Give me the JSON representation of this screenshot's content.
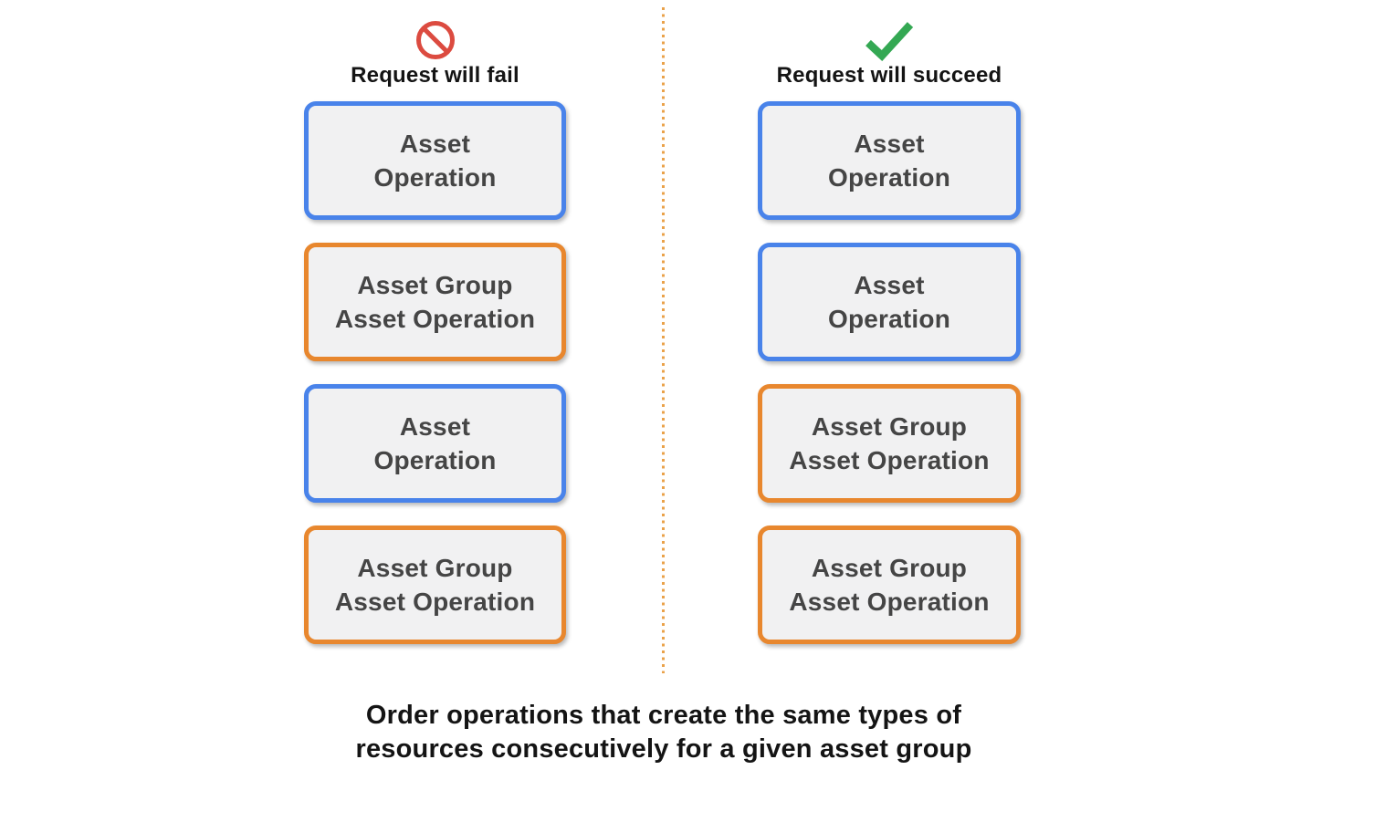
{
  "columns": [
    {
      "title": "Request will fail",
      "icon": "prohibition",
      "boxes": [
        {
          "type": "blue",
          "line1": "Asset",
          "line2": "Operation"
        },
        {
          "type": "orange",
          "line1": "Asset Group",
          "line2": "Asset Operation"
        },
        {
          "type": "blue",
          "line1": "Asset",
          "line2": "Operation"
        },
        {
          "type": "orange",
          "line1": "Asset Group",
          "line2": "Asset Operation"
        }
      ]
    },
    {
      "title": "Request will succeed",
      "icon": "checkmark",
      "boxes": [
        {
          "type": "blue",
          "line1": "Asset",
          "line2": "Operation"
        },
        {
          "type": "blue",
          "line1": "Asset",
          "line2": "Operation"
        },
        {
          "type": "orange",
          "line1": "Asset Group",
          "line2": "Asset Operation"
        },
        {
          "type": "orange",
          "line1": "Asset Group",
          "line2": "Asset Operation"
        }
      ]
    }
  ],
  "caption": {
    "line1": "Order operations that create the same types of",
    "line2": "resources consecutively for a given asset group"
  },
  "colors": {
    "blue": "#4983EA",
    "orange": "#E8872E",
    "boxfill": "#F1F1F2",
    "boxtext": "#454545",
    "red": "#DC4B40",
    "green": "#34A853",
    "divider": "#EAA24A",
    "ink": "#141414"
  }
}
